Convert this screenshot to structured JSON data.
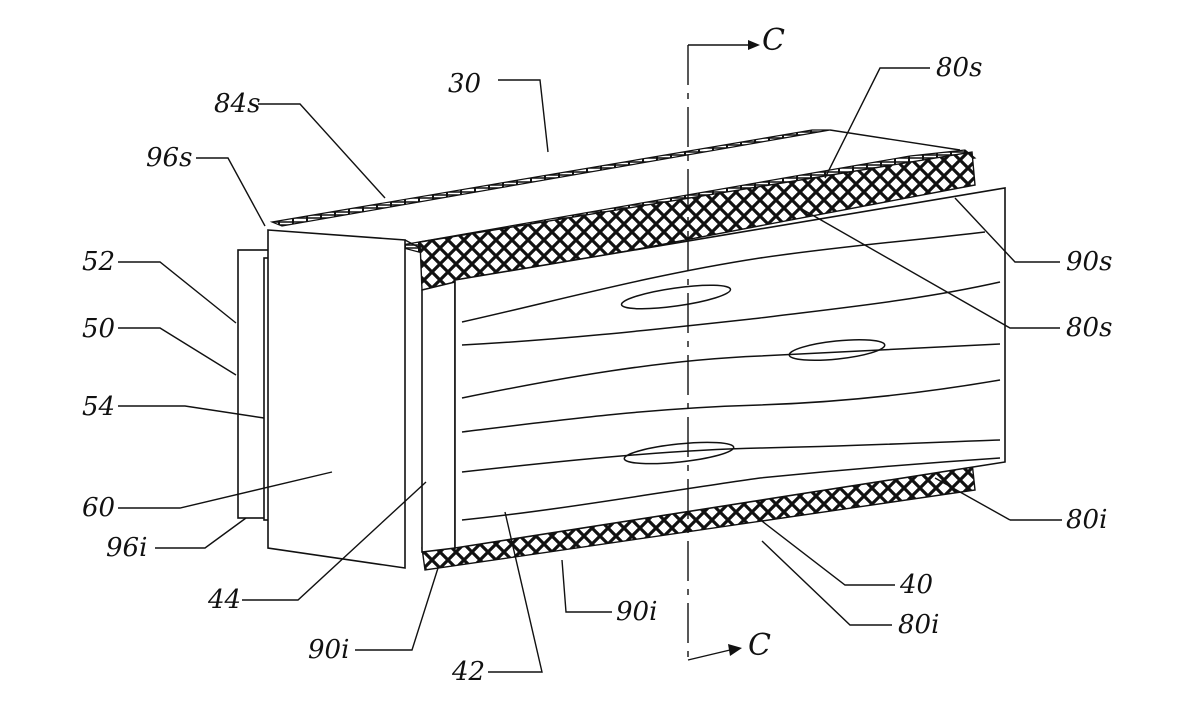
{
  "figure": {
    "section_mark": "C",
    "labels": {
      "ref_30": "30",
      "ref_84s": "84s",
      "ref_96s": "96s",
      "ref_52": "52",
      "ref_50": "50",
      "ref_54": "54",
      "ref_60": "60",
      "ref_96i": "96i",
      "ref_44": "44",
      "ref_90i_left": "90i",
      "ref_42": "42",
      "ref_90i_mid": "90i",
      "ref_80i_low": "80i",
      "ref_40": "40",
      "ref_80i_right": "80i",
      "ref_80s_inner": "80s",
      "ref_90s": "90s",
      "ref_80s_top": "80s"
    }
  }
}
